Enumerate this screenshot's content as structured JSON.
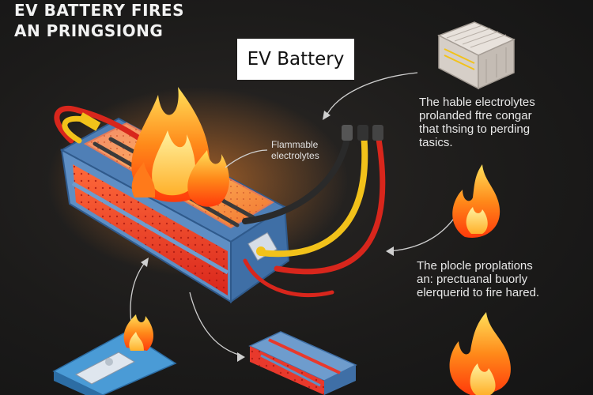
{
  "header": {
    "title_line1": "EV BATTERY FIRES",
    "title_line2": "AN PRINGSIONG"
  },
  "label": {
    "ev_battery": "EV Battery"
  },
  "callouts": {
    "flammable_line1": "Flammable",
    "flammable_line2": "electrolytes"
  },
  "notes": {
    "top": [
      "The hable electrolytes",
      "prolanded ftre congar",
      "that thsing to perding",
      "tasics."
    ],
    "bottom": [
      "The plocle proplations",
      "an: prectuanal buorly",
      "elerquerid to fire hared."
    ]
  },
  "colors": {
    "background": "#1c1b1a",
    "flame_core": "#ffd84a",
    "flame_outer": "#ff5a14",
    "cell_red": "#e8392c",
    "casing_blue": "#5f8fc4",
    "wire_yellow": "#f2c21a",
    "wire_red": "#d8261c",
    "wire_black": "#2a2a2a"
  },
  "icons": [
    "battery-module-icon",
    "fire-icon",
    "battery-cell-icon",
    "terminal-plate-icon",
    "flame-icon"
  ]
}
